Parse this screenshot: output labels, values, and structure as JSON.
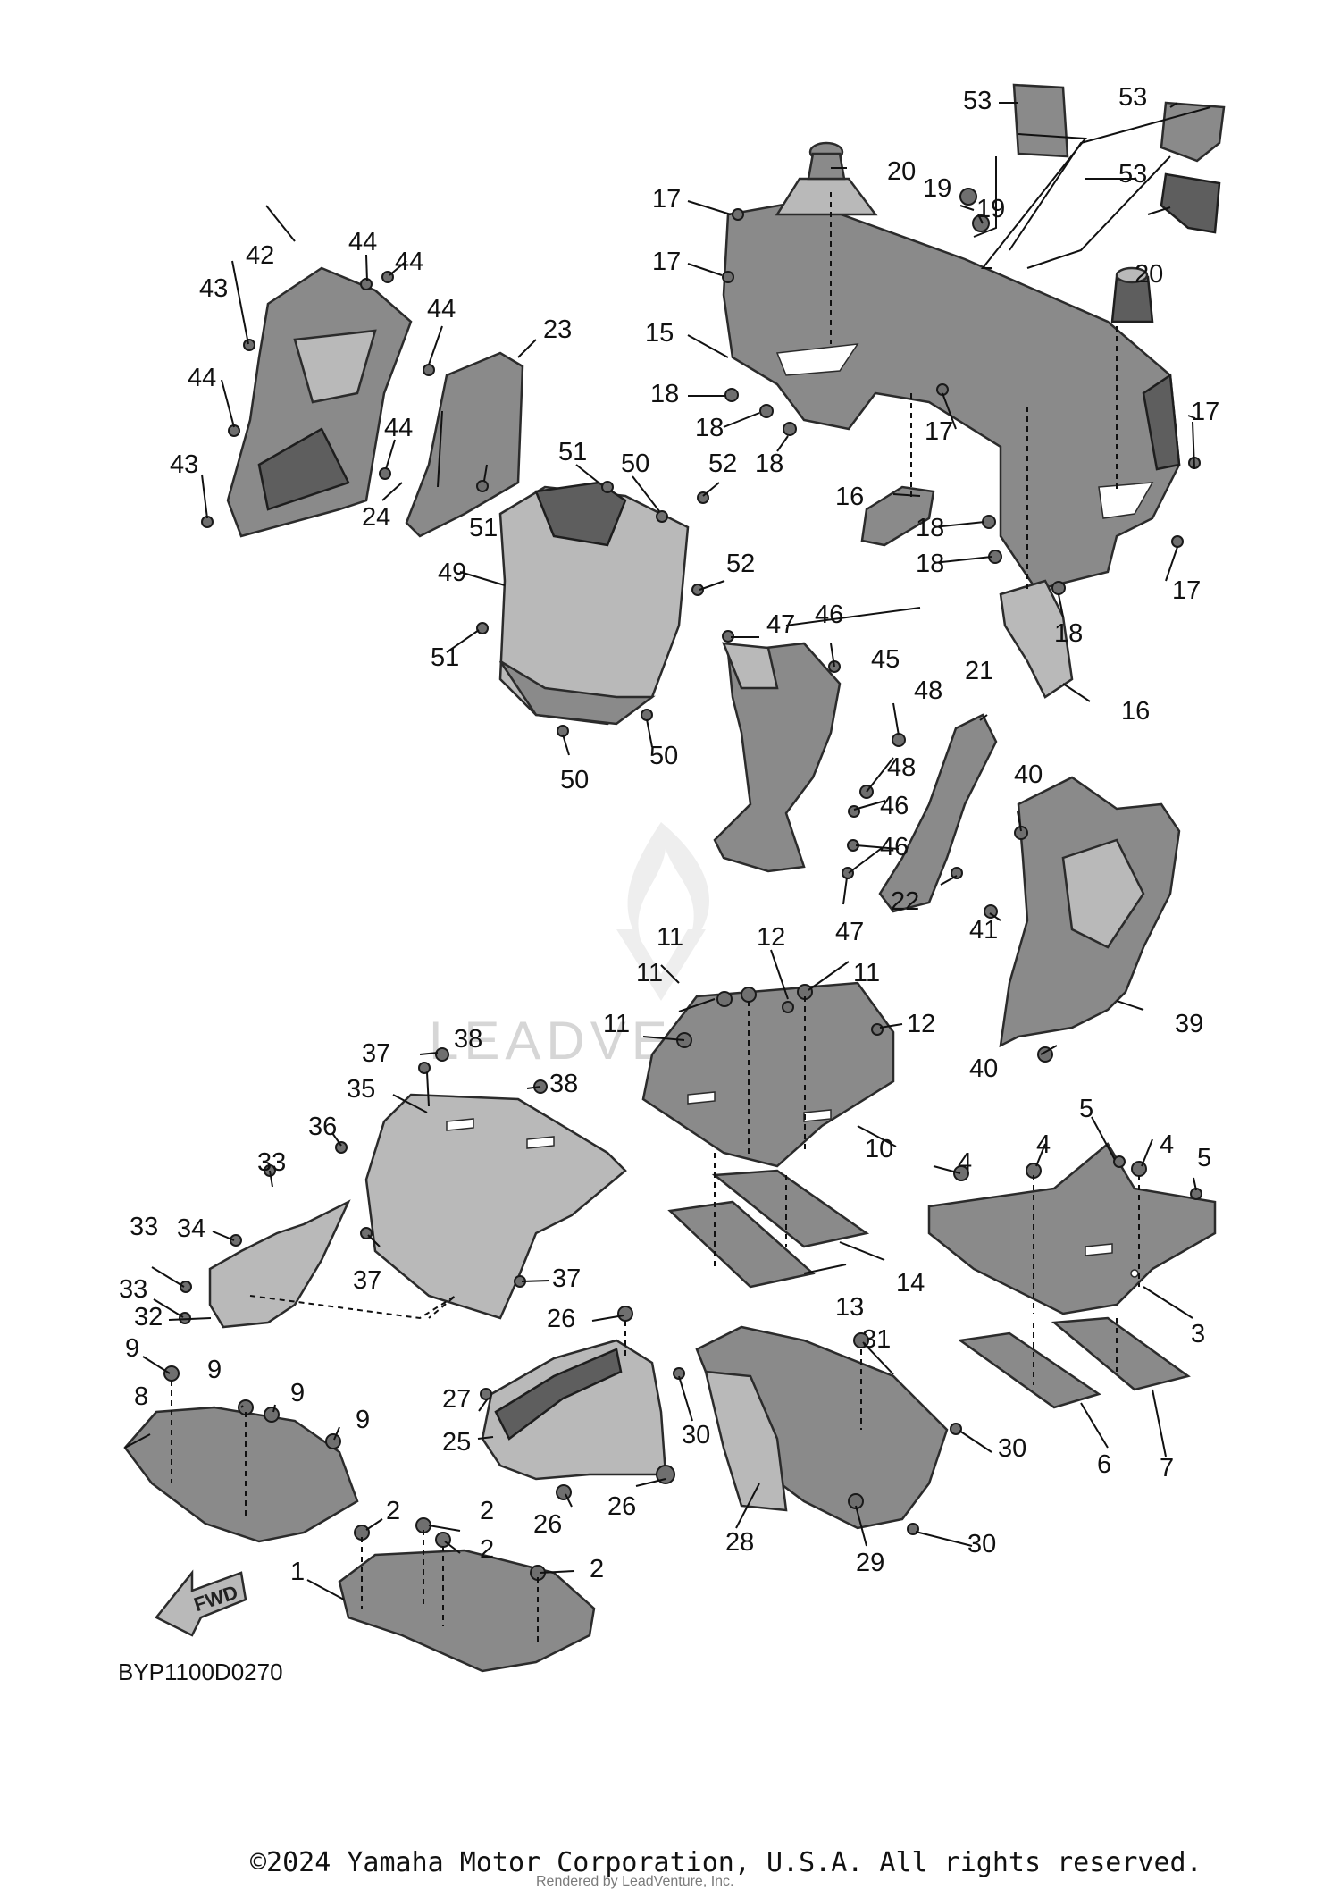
{
  "diagram_code": "BYP1100D0270",
  "copyright": "©2024 Yamaha Motor Corporation, U.S.A. All rights reserved.",
  "watermark": "LEADVENTURE",
  "watermark_small": "Rendered by LeadVenture, Inc.",
  "direction_label": "FWD",
  "callouts": [
    "1",
    "2",
    "3",
    "4",
    "5",
    "6",
    "7",
    "8",
    "9",
    "10",
    "11",
    "12",
    "13",
    "14",
    "15",
    "16",
    "17",
    "18",
    "19",
    "20",
    "21",
    "22",
    "23",
    "24",
    "25",
    "26",
    "27",
    "28",
    "29",
    "30",
    "31",
    "32",
    "33",
    "34",
    "35",
    "36",
    "37",
    "38",
    "39",
    "40",
    "41",
    "42",
    "43",
    "44",
    "45",
    "46",
    "47",
    "48",
    "49",
    "50",
    "51",
    "52",
    "53"
  ]
}
